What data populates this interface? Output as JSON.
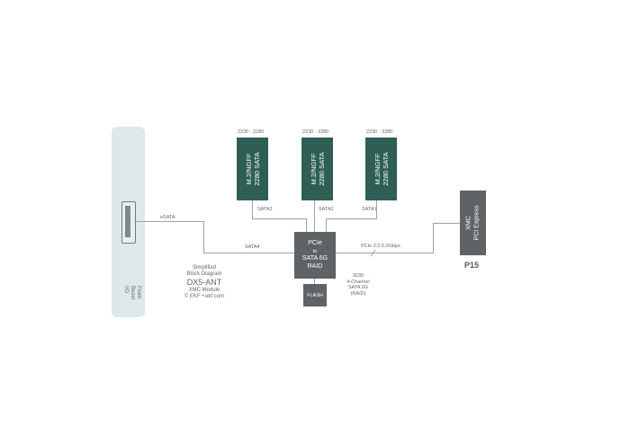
{
  "bezel": {
    "label_lines": [
      "Front",
      "Bezel",
      "I/O"
    ]
  },
  "esata_label": "eSATA",
  "slots": [
    {
      "form": "2230 - 2280",
      "label_lines": [
        "M.2/NGFF",
        "2280 SATA"
      ],
      "port": "SATA3"
    },
    {
      "form": "2230 - 2280",
      "label_lines": [
        "M.2/NGFF",
        "2280 SATA"
      ],
      "port": "SATA2"
    },
    {
      "form": "2230 - 2280",
      "label_lines": [
        "M.2/NGFF",
        "2280 SATA"
      ],
      "port": "SATA1"
    }
  ],
  "sata4_label": "SATA4",
  "hub": {
    "lines": [
      "PCIe",
      "to",
      "SATA 6G",
      "RAID"
    ]
  },
  "pcie_link_label": "PCIe 2.0 5.0Gbps",
  "raid_note": [
    "9230",
    "4-Channel",
    "SATA 6G",
    "(RAID)"
  ],
  "flash_label": "FLASH",
  "xmc": {
    "lines": [
      "XMC",
      "PCI Express"
    ]
  },
  "connector_label": "P15",
  "caption": {
    "line1": "Simplified",
    "line2": "Block Diagram",
    "line3": "DX5-ANT",
    "line4": "XMC Module",
    "line5": "© EKF • ekf.com"
  },
  "colors": {
    "ssd": "#2f5f54",
    "block": "#5f6365",
    "bezel": "#dfe8e8",
    "line": "#9aa4a4"
  }
}
